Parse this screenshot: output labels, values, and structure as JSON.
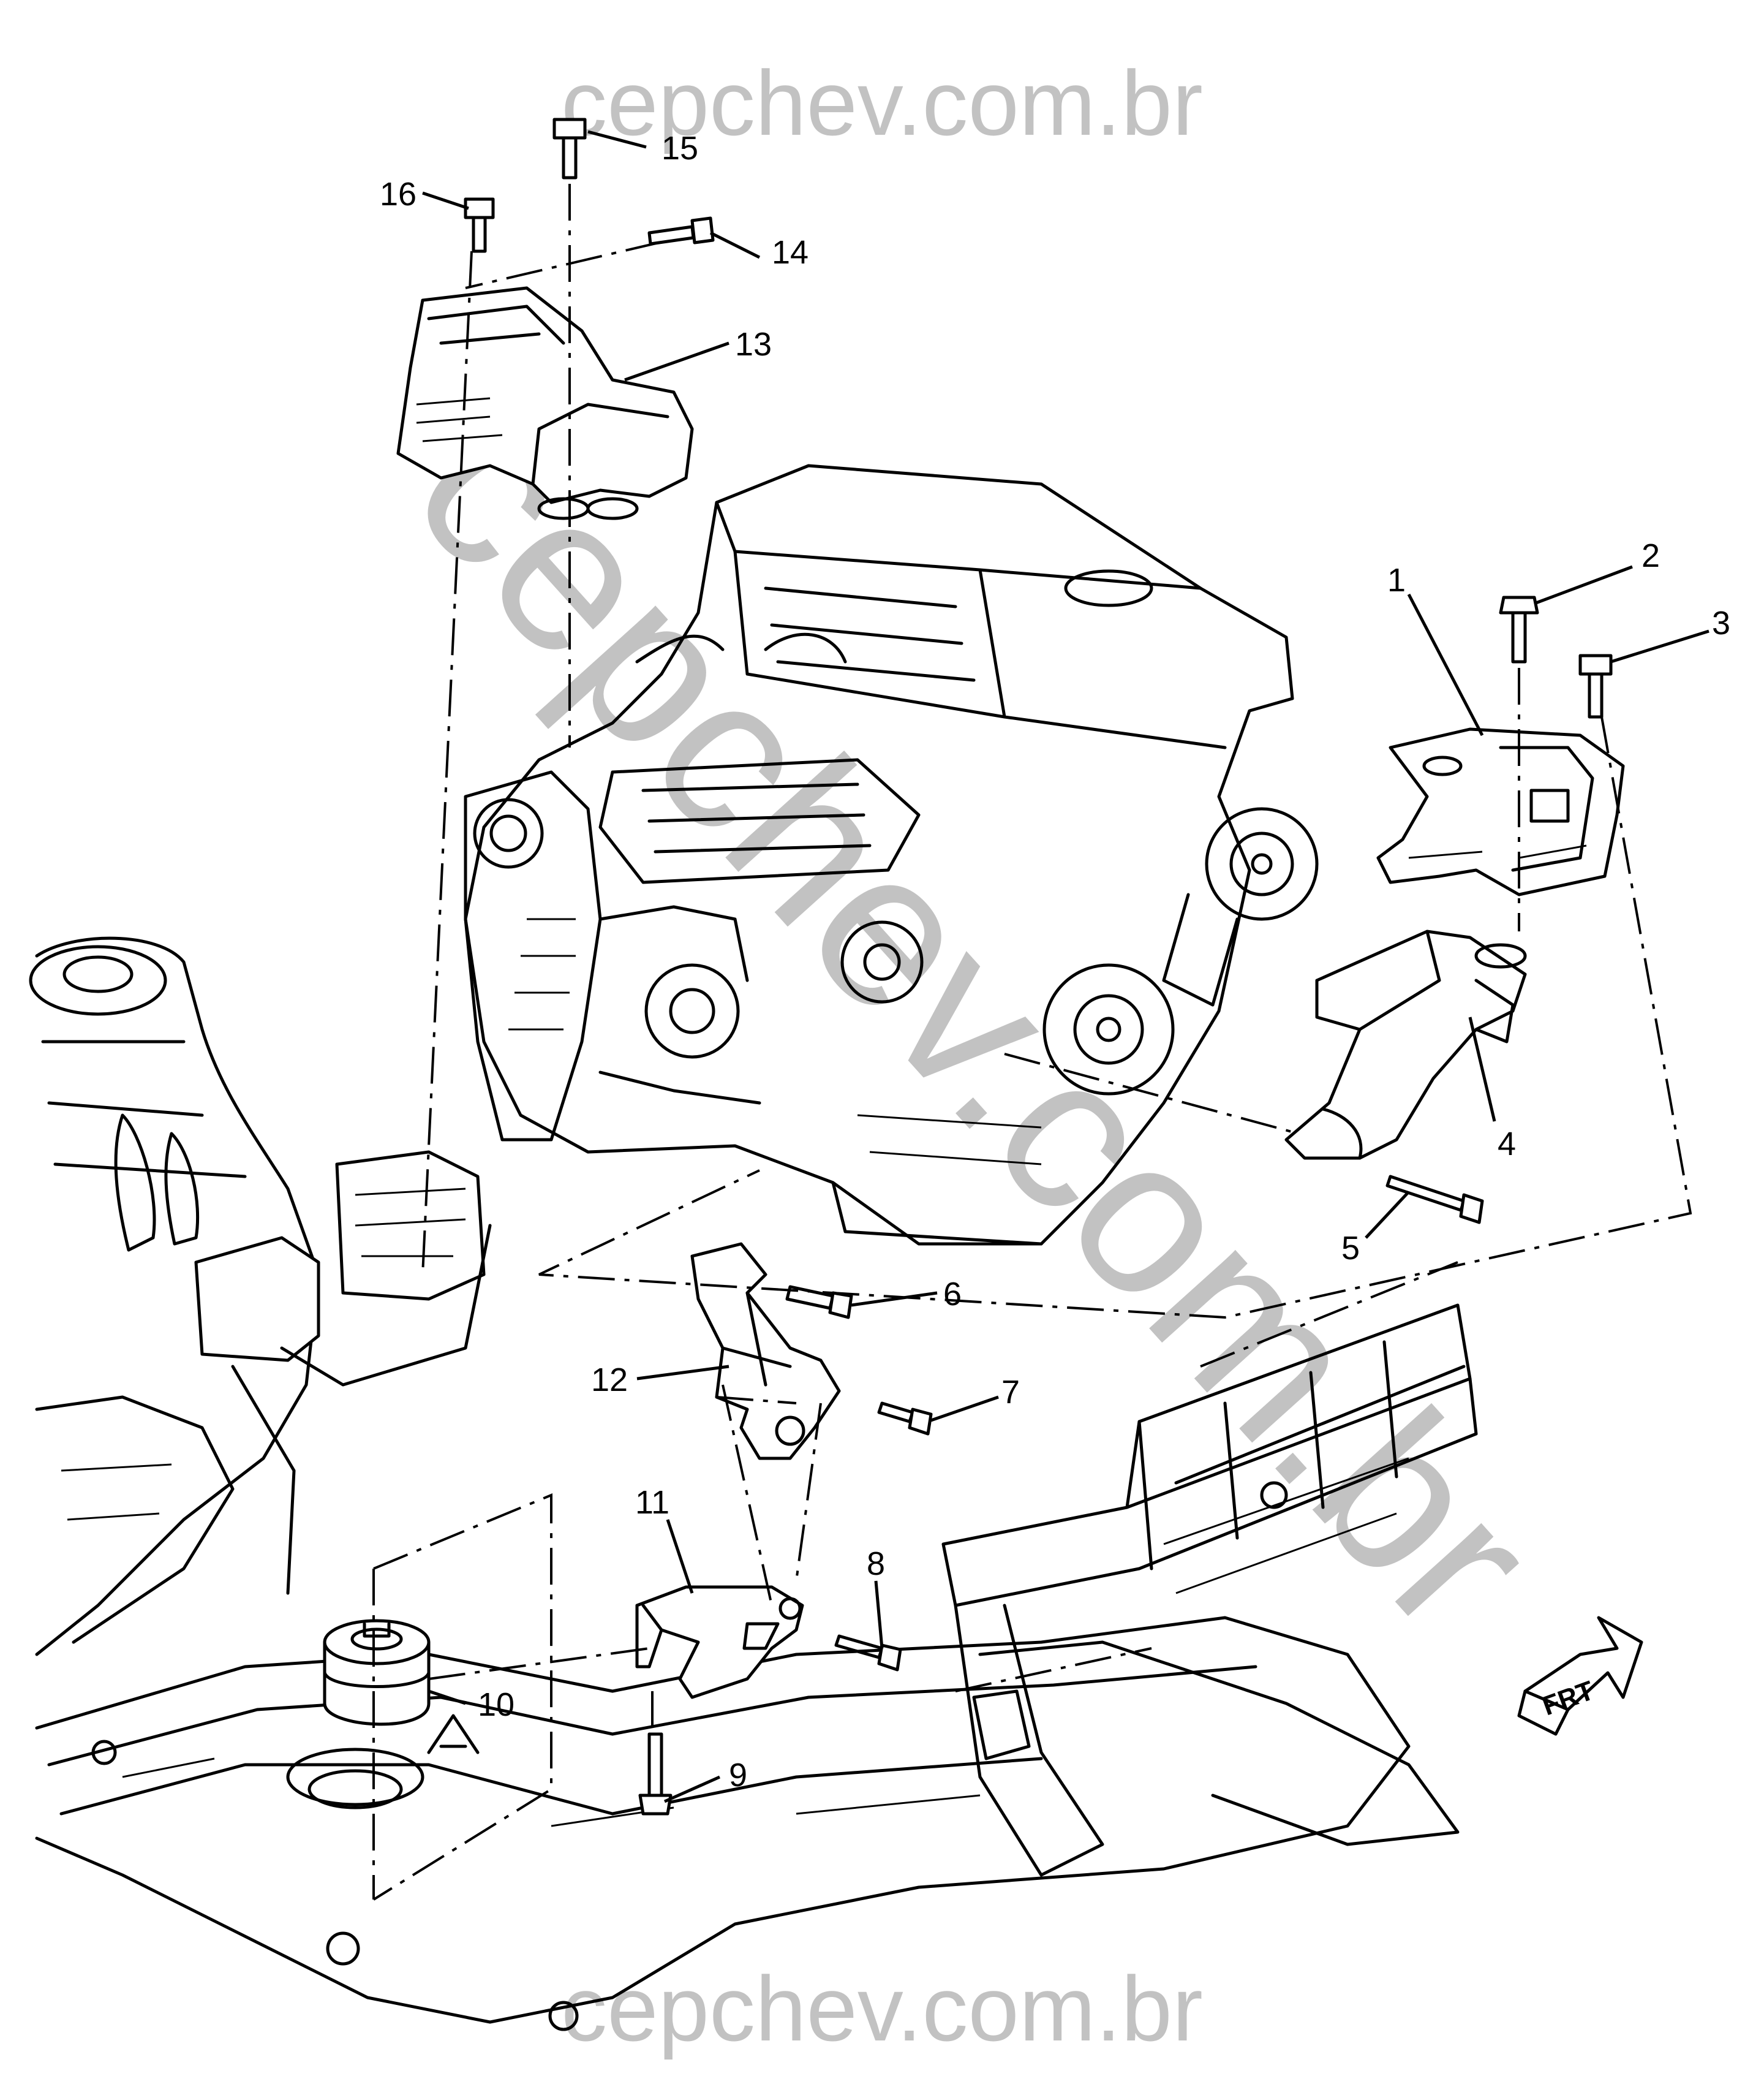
{
  "watermark": {
    "top": "cepchev.com.br",
    "bottom": "cepchev.com.br",
    "diagonal": "cepchev.com.br"
  },
  "direction_badge": {
    "label": "FRT",
    "icon": "front-arrow-icon"
  },
  "callouts": [
    "1",
    "2",
    "3",
    "4",
    "5",
    "6",
    "7",
    "8",
    "9",
    "10",
    "11",
    "12",
    "13",
    "14",
    "15",
    "16"
  ]
}
